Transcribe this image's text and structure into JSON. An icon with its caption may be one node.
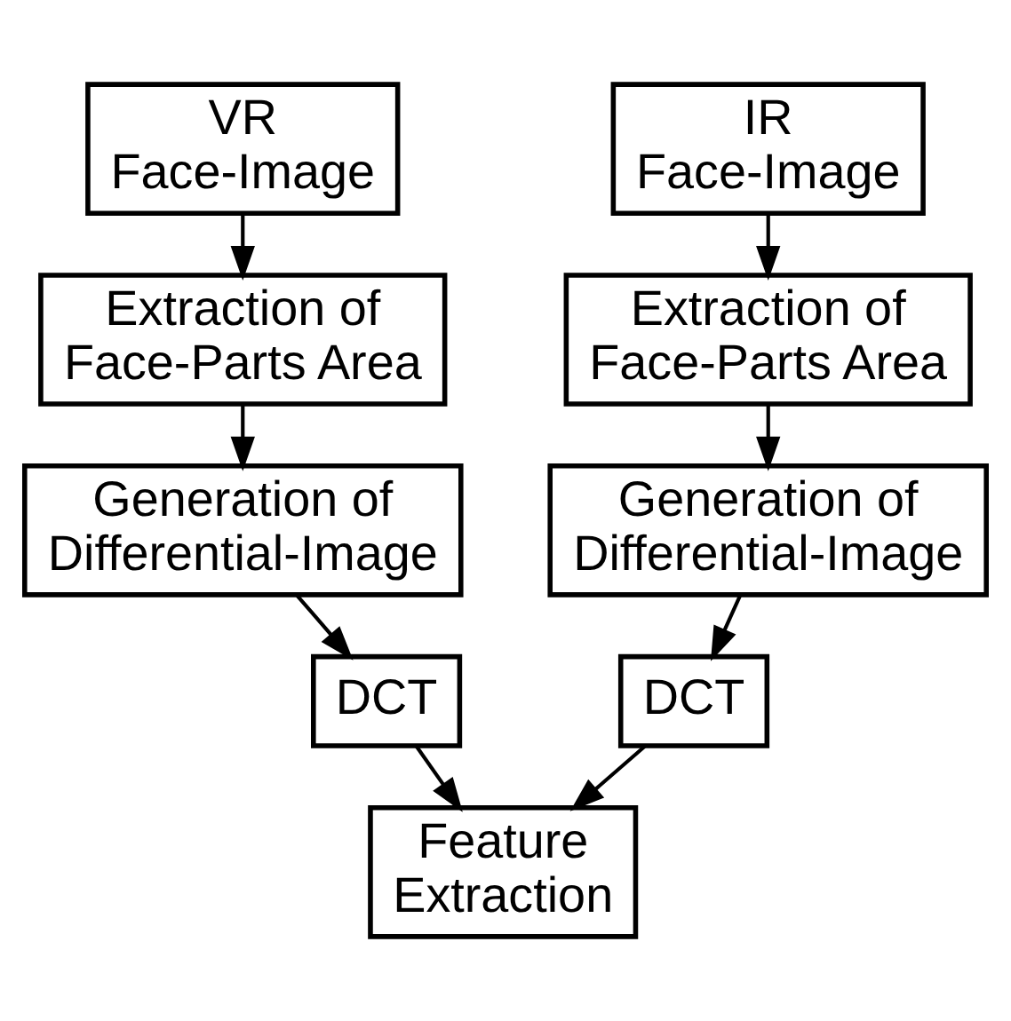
{
  "diagram": {
    "nodes": [
      {
        "text": [
          "VR Face-Image"
        ]
      },
      {
        "text": [
          "IR Face-Image"
        ]
      },
      {
        "text": [
          "Extraction of Face-Parts Area"
        ]
      },
      {
        "text": [
          "Extraction of Face-Parts Area"
        ]
      },
      {
        "text": [
          "Generation of Differential-Image"
        ]
      },
      {
        "text": [
          "Generation of Differential-Image"
        ]
      },
      {
        "text": [
          "DCT"
        ]
      },
      {
        "text": [
          "DCT"
        ]
      },
      {
        "text": [
          "Feature Extraction"
        ]
      }
    ],
    "edges": [
      {
        "from": 0,
        "to": 2,
        "arrow": "to"
      },
      {
        "from": 2,
        "to": 4,
        "arrow": "to"
      },
      {
        "from": 4,
        "to": 6,
        "arrow": "to"
      },
      {
        "from": 1,
        "to": 3,
        "arrow": "to"
      },
      {
        "from": 3,
        "to": 5,
        "arrow": "to"
      },
      {
        "from": 5,
        "to": 7,
        "arrow": "to"
      },
      {
        "from": 6,
        "to": 8,
        "arrow": "to"
      },
      {
        "from": 7,
        "to": 8,
        "arrow": "to"
      }
    ]
  }
}
